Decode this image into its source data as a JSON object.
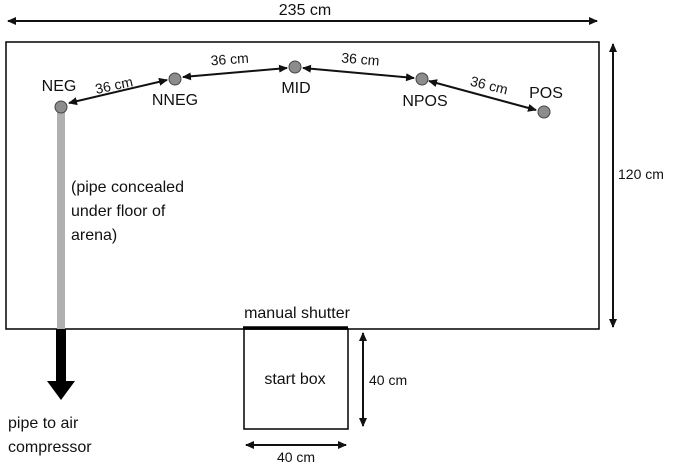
{
  "overall_width_label": "235 cm",
  "overall_height_label": "120 cm",
  "ports": [
    {
      "id": "neg",
      "label": "NEG"
    },
    {
      "id": "nneg",
      "label": "NNEG"
    },
    {
      "id": "mid",
      "label": "MID"
    },
    {
      "id": "npos",
      "label": "NPOS"
    },
    {
      "id": "pos",
      "label": "POS"
    }
  ],
  "spacing_labels": [
    "36 cm",
    "36 cm",
    "36 cm",
    "36 cm"
  ],
  "pipe_note_lines": [
    "(pipe concealed",
    "under floor of",
    "arena)"
  ],
  "shutter_label": "manual shutter",
  "start_box_label": "start box",
  "start_box_height_label": "40 cm",
  "start_box_width_label": "40 cm",
  "compressor_label_lines": [
    "pipe to air",
    "compressor"
  ],
  "colors": {
    "port_fill": "#8c8c8c",
    "hidden_pipe": "#b0b0b0",
    "pipe": "#000000"
  }
}
